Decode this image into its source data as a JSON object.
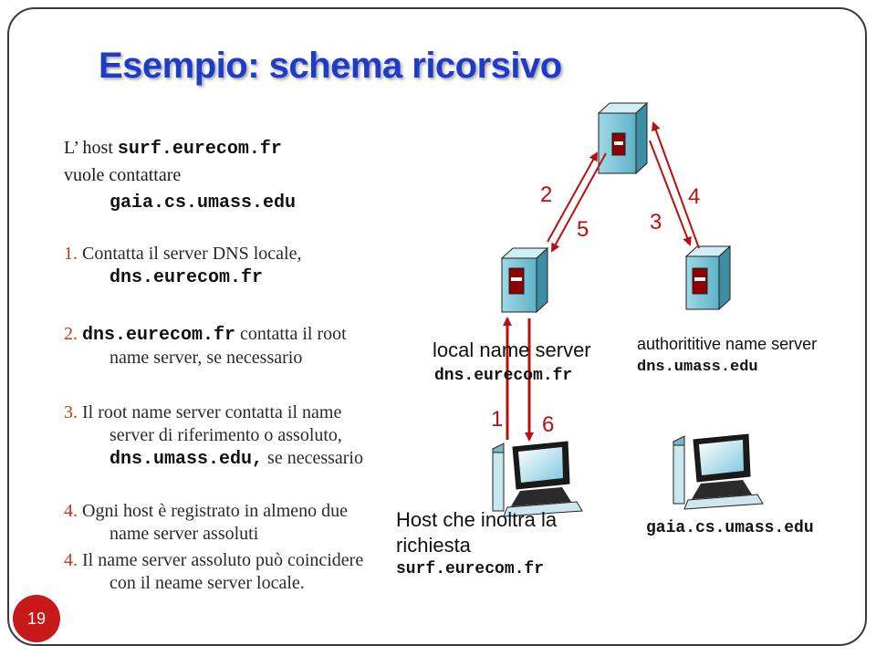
{
  "title": "Esempio: schema ricorsivo",
  "intro": {
    "line1_prefix": "L’ host ",
    "line1_host": "surf.eurecom.fr",
    "line2": "vuole contattare",
    "line3_host": "gaia.cs.umass.edu"
  },
  "steps": {
    "s1": {
      "num": "1.",
      "text": " Contatta il server DNS locale,",
      "code": "dns.eurecom.fr"
    },
    "s2": {
      "num": "2.",
      "code": "dns.eurecom.fr",
      "text": " contatta il root",
      "text2": "name server, se necessario"
    },
    "s3": {
      "num": "3.",
      "text": " Il root name server contatta il name",
      "text2": "server di riferimento o assoluto,",
      "code": "dns.umass.edu,",
      "text3": " se necessario"
    },
    "s4": {
      "num": "4.",
      "text": " Ogni host è registrato in almeno due",
      "text2": "name server assoluti"
    },
    "s5": {
      "num": "4.",
      "text": " Il name server assoluto può coincidere",
      "text2": "con il neame server locale."
    }
  },
  "diagram": {
    "local_label": "local name server",
    "local_host": "dns.eurecom.fr",
    "auth_label": "authorititive name server",
    "auth_host": "dns.umass.edu",
    "host_label_1": "Host che inoltra la",
    "host_label_2": "richiesta",
    "host_name": "surf.eurecom.fr",
    "target_host": "gaia.cs.umass.edu",
    "arrow_numbers": {
      "n1": "1",
      "n2": "2",
      "n3": "3",
      "n4": "4",
      "n5": "5",
      "n6": "6"
    },
    "arrow_color": "#b81010"
  },
  "slide_number": "19",
  "colors": {
    "title": "#1e3cc8",
    "accent": "#b83a1a",
    "badge": "#c81818"
  }
}
